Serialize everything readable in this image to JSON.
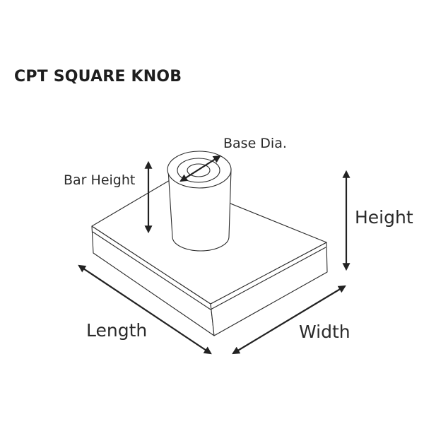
{
  "title": "CPT SQUARE KNOB",
  "labels": {
    "base_dia": "Base Dia.",
    "bar_height": "Bar Height",
    "height": "Height",
    "length": "Length",
    "width": "Width"
  },
  "colors": {
    "line": "#2b2b2b",
    "text": "#1e1e1e",
    "background": "#ffffff"
  }
}
